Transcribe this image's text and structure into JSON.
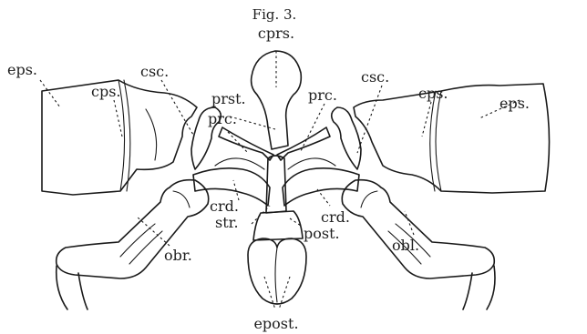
{
  "figure": {
    "title": "Fig. 3.",
    "labels": {
      "cprs": "cprs.",
      "eps_left": "eps.",
      "eps_right": "eps.",
      "cps_left": "cps.",
      "cps_right": "cps.",
      "csc_left": "csc.",
      "csc_right": "csc.",
      "prst": "prst.",
      "prc_left": "prc.",
      "prc_right": "prc.",
      "crd_left": "crd.",
      "crd_right": "crd.",
      "str": "str.",
      "post": "post.",
      "obr": "obr.",
      "obl": "obl.",
      "epost": "epost."
    }
  }
}
